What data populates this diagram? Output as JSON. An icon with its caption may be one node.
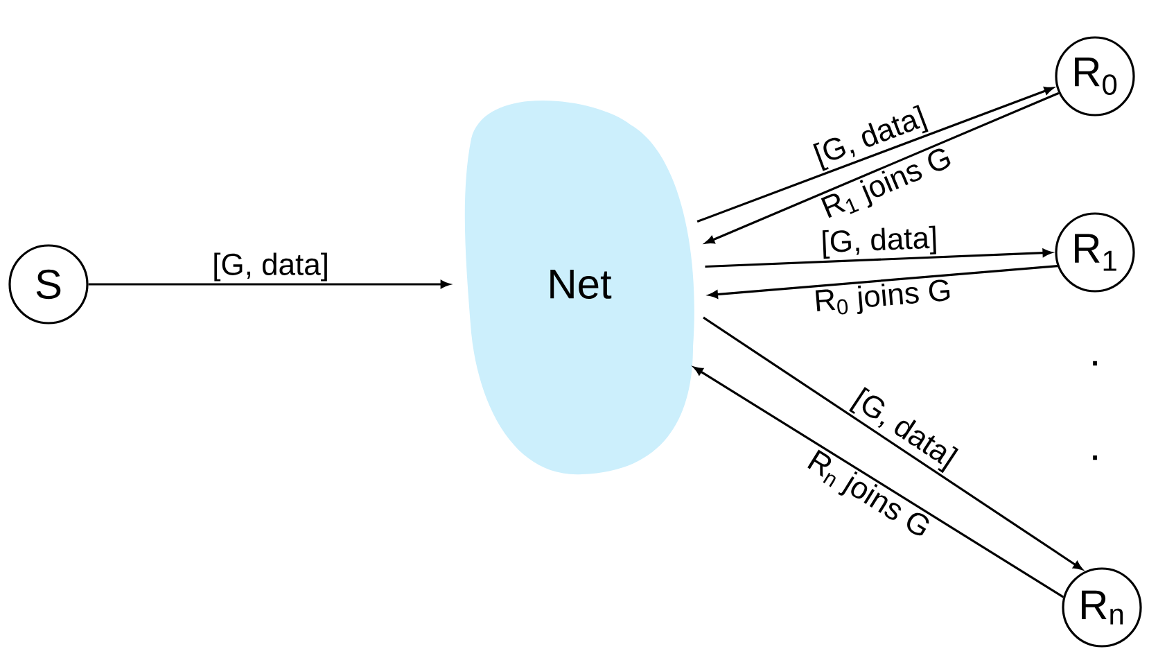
{
  "diagram": {
    "nodes": [
      {
        "text": [
          "S"
        ]
      },
      {
        "text": [
          "Net"
        ]
      },
      {
        "text": [
          "R$_{0}$"
        ]
      },
      {
        "text": [
          "R$_{1}$"
        ]
      },
      {
        "text": [
          "R$_{n}$"
        ]
      }
    ],
    "edges": [
      {
        "from": 0,
        "to": 1,
        "arrow": "to",
        "label": "[G, data]"
      },
      {
        "from": 1,
        "to": 2,
        "arrow": "to",
        "label": "[G, data]"
      },
      {
        "from": 2,
        "to": 1,
        "arrow": "to",
        "label": "R$_{1}$ joins G"
      },
      {
        "from": 1,
        "to": 3,
        "arrow": "to",
        "label": "[G, data]"
      },
      {
        "from": 3,
        "to": 1,
        "arrow": "to",
        "label": "R$_{0}$ joins G"
      },
      {
        "from": 1,
        "to": 4,
        "arrow": "to",
        "label": "[G, data]"
      },
      {
        "from": 4,
        "to": 1,
        "arrow": "to",
        "label": "R$_{n}$ joins G"
      }
    ],
    "labels": [
      ".",
      "."
    ]
  }
}
